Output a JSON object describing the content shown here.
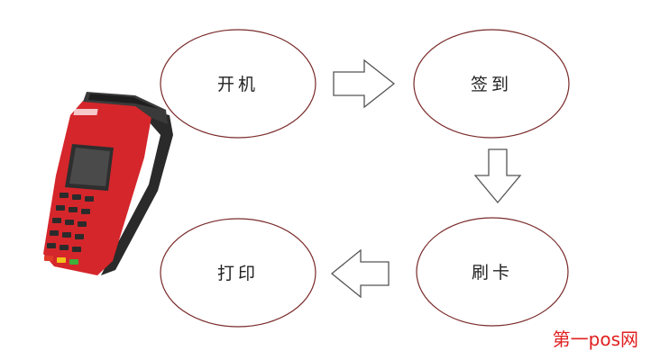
{
  "diagram": {
    "nodes": [
      {
        "id": "power_on",
        "label": "开机"
      },
      {
        "id": "sign_in",
        "label": "签到"
      },
      {
        "id": "swipe_card",
        "label": "刷卡"
      },
      {
        "id": "print",
        "label": "打印"
      }
    ],
    "flow": [
      "power_on",
      "sign_in",
      "swipe_card",
      "print"
    ]
  },
  "watermark": "第一pos网",
  "colors": {
    "ellipse_stroke": "#7a2a2a",
    "arrow_stroke": "#555555",
    "device_red": "#d5262b",
    "device_dark": "#2b2b2b",
    "watermark": "#e02020"
  },
  "icons": {
    "device": "pos-terminal-icon"
  }
}
